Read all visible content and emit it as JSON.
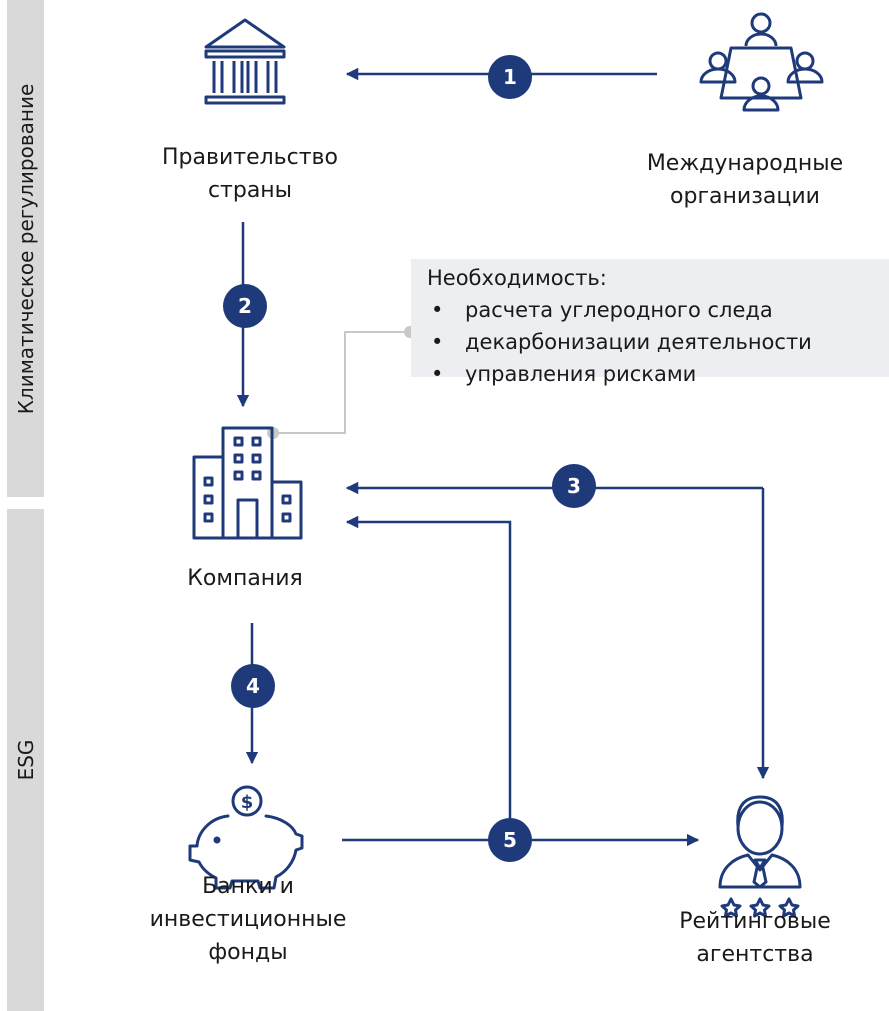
{
  "sidebar": {
    "climate_label": "Климатическое регулирование",
    "esg_label": "ESG"
  },
  "nodes": {
    "government": {
      "line1": "Правительство",
      "line2": "страны",
      "icon": "government-building-icon"
    },
    "international": {
      "line1": "Международные",
      "line2": "организации",
      "icon": "meeting-group-icon"
    },
    "company": {
      "line1": "Компания",
      "icon": "office-building-icon"
    },
    "banks": {
      "line1": "Банки и",
      "line2": "инвестиционные",
      "line3": "фонды",
      "icon": "piggy-bank-icon"
    },
    "rating": {
      "line1": "Рейтинговые",
      "line2": "агентства",
      "icon": "rated-person-icon"
    }
  },
  "note": {
    "title": "Необходимость:",
    "items": [
      "расчета углеродного следа",
      "декарбонизации деятельности",
      "управления рисками"
    ]
  },
  "steps": [
    "1",
    "2",
    "3",
    "4",
    "5"
  ],
  "colors": {
    "accent": "#1f3a7a",
    "sidebar": "#d9d9d9",
    "note_bg": "#eceef2",
    "connector": "#c8c8c8"
  }
}
